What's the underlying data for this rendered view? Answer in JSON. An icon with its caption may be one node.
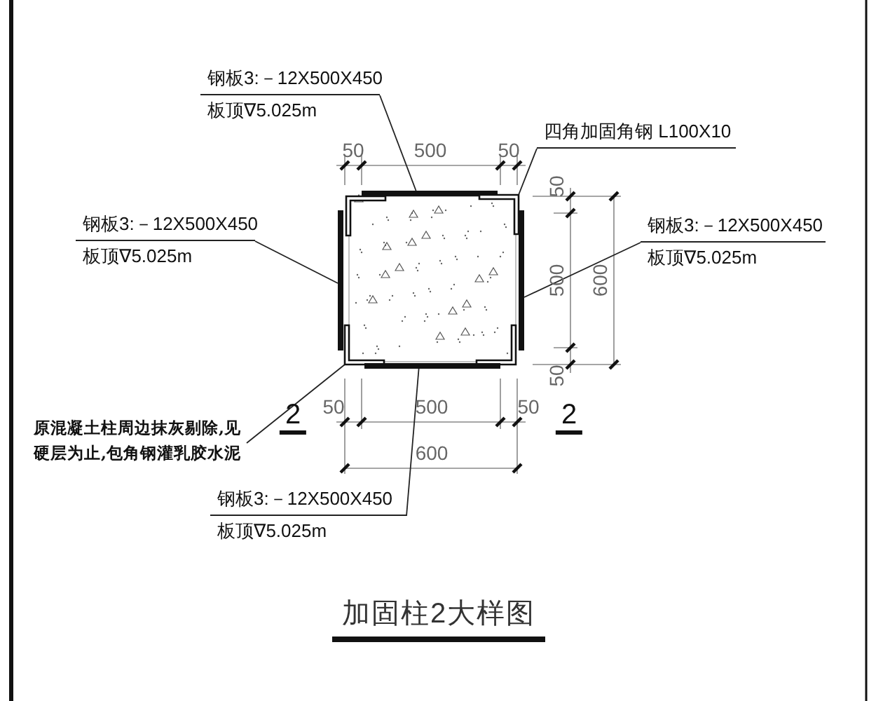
{
  "diagram": {
    "title": "加固柱2大样图",
    "nodes": [
      {
        "text": [
          "钢板3:－12X500X450",
          "板顶∇5.025m"
        ]
      },
      {
        "text": [
          "四角加固角钢 L100X10"
        ]
      },
      {
        "text": [
          "钢板3:－12X500X450",
          "板顶∇5.025m"
        ]
      },
      {
        "text": [
          "钢板3:－12X500X450",
          "板顶∇5.025m"
        ]
      },
      {
        "text": [
          "原混凝土柱周边抹灰剔除,见硬层为止,包角钢灌乳胶水泥"
        ]
      },
      {
        "text": [
          "钢板3:－12X500X450",
          "板顶∇5.025m"
        ]
      },
      {
        "text": [],
        "shape": "bar"
      },
      {
        "text": [],
        "shape": "angle"
      },
      {
        "text": [],
        "shape": "angle"
      },
      {
        "text": [],
        "shape": "bar"
      },
      {
        "text": [],
        "shape": "bar"
      },
      {
        "text": [],
        "shape": "angle"
      },
      {
        "text": [],
        "shape": "angle"
      },
      {
        "text": [],
        "shape": "bar"
      }
    ],
    "edges": [
      {
        "from": 0,
        "to": 6,
        "arrow": "none"
      },
      {
        "from": 1,
        "to": 8,
        "arrow": "none"
      },
      {
        "from": 2,
        "to": 9,
        "arrow": "none"
      },
      {
        "from": 3,
        "to": 10,
        "arrow": "none"
      },
      {
        "from": 4,
        "to": 11,
        "arrow": "none"
      },
      {
        "from": 5,
        "to": 13,
        "arrow": "none"
      }
    ],
    "labels": [
      "50",
      "500",
      "50",
      "50",
      "500",
      "600",
      "50",
      "2",
      "50",
      "500",
      "50",
      "2",
      "600"
    ]
  }
}
